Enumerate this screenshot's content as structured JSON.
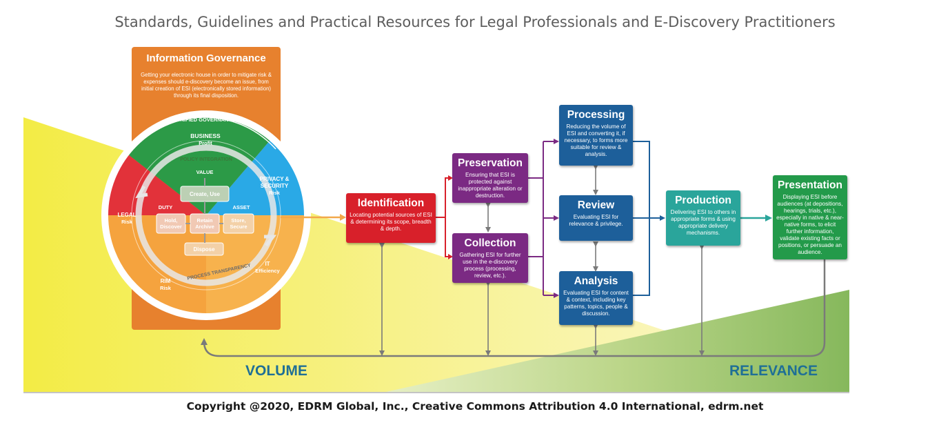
{
  "title": "Standards, Guidelines and Practical Resources for Legal Professionals and E-Discovery Practitioners",
  "footer": "Copyright @2020, EDRM Global, Inc., Creative Commons Attribution 4.0 International, edrm.net",
  "labels": {
    "volume": "VOLUME",
    "relevance": "RELEVANCE"
  },
  "information_governance": {
    "title": "Information  Governance",
    "description": "Getting your electronic house in order to mitigate risk & expenses should e-discovery become an issue, from initial creation of ESI (electronically stored information) through its final disposition.",
    "ring": {
      "unified": "UNIFIED GOVERNANCE",
      "policy": "POLICY INTEGRATION",
      "process": "PROCESS TRANSPARENCY"
    },
    "segments": {
      "business": [
        "BUSINESS",
        "Profit"
      ],
      "privacy": [
        "PRIVACY &",
        "SECURITY",
        "Risk"
      ],
      "it": [
        "IT",
        "Efficiency"
      ],
      "rim": [
        "RIM",
        "Risk"
      ],
      "legal": [
        "LEGAL",
        "Risk"
      ]
    },
    "inner": {
      "value": "VALUE",
      "duty": "DUTY",
      "asset": "ASSET",
      "create_use": "Create, Use",
      "hold_discover": [
        "Hold,",
        "Discover"
      ],
      "retain_archive": [
        "Retain",
        "Archive"
      ],
      "store_secure": [
        "Store,",
        "Secure"
      ],
      "dispose": "Dispose"
    }
  },
  "stages": {
    "identification": {
      "title": "Identification",
      "desc": "Locating potential sources of ESI & determining its scope, breadth & depth."
    },
    "preservation": {
      "title": "Preservation",
      "desc": "Ensuring that ESI is protected against inappropriate alteration or destruction."
    },
    "collection": {
      "title": "Collection",
      "desc": "Gathering ESI for further use in the e-discovery process (processing, review, etc.)."
    },
    "processing": {
      "title": "Processing",
      "desc": "Reducing the volume of ESI and converting it, if necessary, to forms more suitable for review & analysis."
    },
    "review": {
      "title": "Review",
      "desc": "Evaluating ESI for relevance & privilege."
    },
    "analysis": {
      "title": "Analysis",
      "desc": "Evaluating ESI for content & context, including key patterns, topics, people & discussion."
    },
    "production": {
      "title": "Production",
      "desc": "Delivering ESI to others in appropriate forms & using appropriate delivery mechanisms."
    },
    "presentation": {
      "title": "Presentation",
      "desc": "Displaying ESI before audiences (at depositions, hearings, trials, etc.), especially in native & near-native forms, to elicit further information, validate existing facts or positions, or persuade an audience."
    }
  },
  "colors": {
    "identification": "#d8202a",
    "preservation": "#7b2a83",
    "processing": "#1d5f9a",
    "production": "#2aa59b",
    "presentation": "#239a4a",
    "governance": "#e7812e",
    "volume_text": "#1f6f96"
  }
}
